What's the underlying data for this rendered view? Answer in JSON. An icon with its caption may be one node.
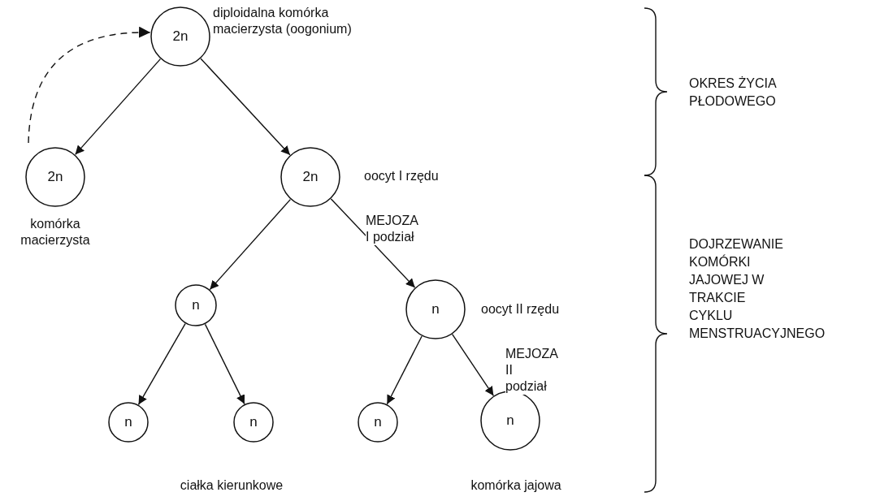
{
  "diagram": {
    "nodes": [
      {
        "text": [
          "2n"
        ],
        "beside": [
          "diploidalna komórka macierzysta (oogonium)"
        ]
      },
      {
        "text": [
          "2n"
        ],
        "beside": [
          "komórka macierzysta"
        ]
      },
      {
        "text": [
          "2n"
        ],
        "beside": [
          "oocyt I rzędu"
        ]
      },
      {
        "text": [
          "n"
        ]
      },
      {
        "text": [
          "n"
        ],
        "beside": [
          "oocyt II rzędu"
        ]
      },
      {
        "text": [
          "n"
        ]
      },
      {
        "text": [
          "n"
        ]
      },
      {
        "text": [
          "n"
        ]
      },
      {
        "text": [
          "n"
        ],
        "beside": [
          "komórka jajowa"
        ]
      }
    ],
    "edges": [
      {
        "from": 0,
        "to": 1,
        "arrow": "to"
      },
      {
        "from": 0,
        "to": 2,
        "arrow": "to"
      },
      {
        "from": 1,
        "to": 0,
        "arrow": "to",
        "style": "dashed"
      },
      {
        "from": 2,
        "to": 3,
        "arrow": "to"
      },
      {
        "from": 2,
        "to": 4,
        "arrow": "to",
        "label": "MEJOZA I podział"
      },
      {
        "from": 3,
        "to": 5,
        "arrow": "to"
      },
      {
        "from": 3,
        "to": 6,
        "arrow": "to"
      },
      {
        "from": 4,
        "to": 7,
        "arrow": "to"
      },
      {
        "from": 4,
        "to": 8,
        "arrow": "to",
        "label": "MEJOZA II podział"
      }
    ],
    "labels": [
      "OKRES ŻYCIA PŁODOWEGO",
      "DOJRZEWANIE KOMÓRKI JAJOWEJ W TRAKCIE CYKLU MENSTRUACYJNEGO",
      "ciałka kierunkowe"
    ]
  }
}
